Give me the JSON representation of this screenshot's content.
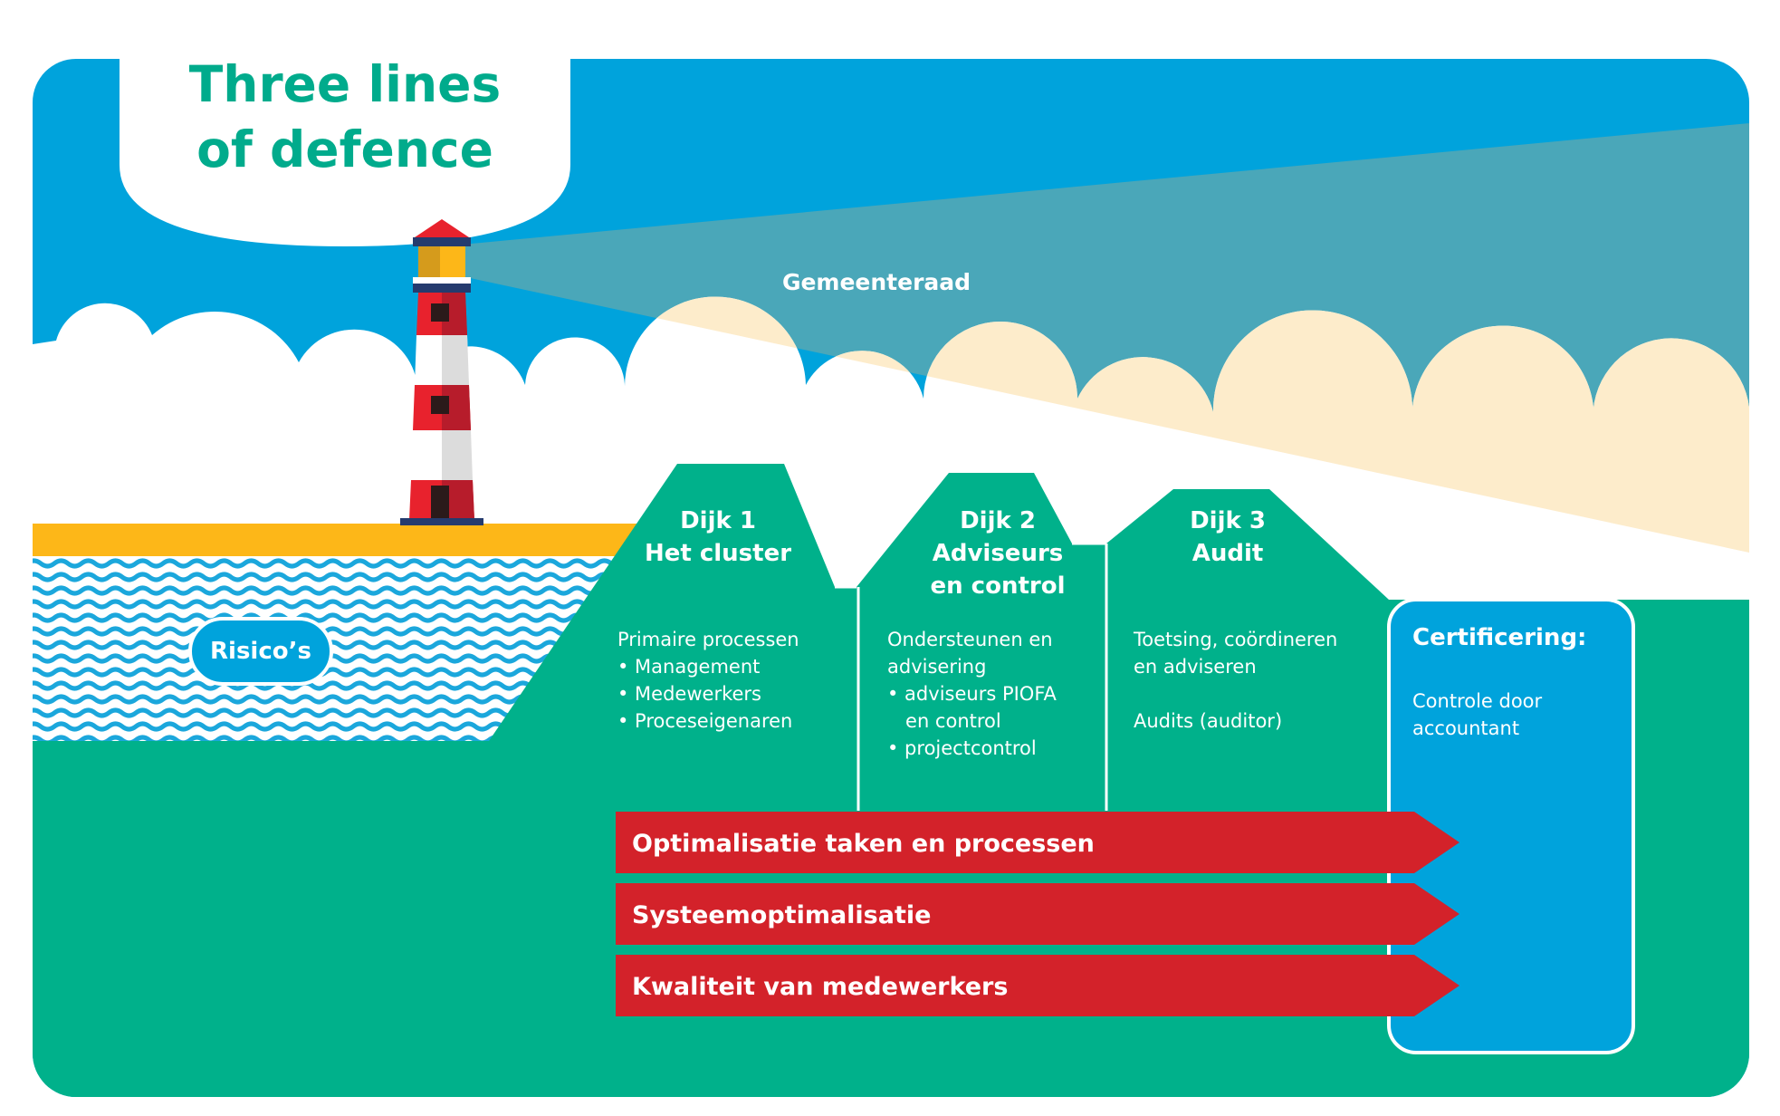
{
  "title": {
    "line1": "Three lines",
    "line2": "of defence"
  },
  "council_label": "Gemeenteraad",
  "risks_label": "Risico’s",
  "dikes": [
    {
      "head": [
        "Dijk 1",
        "Het cluster"
      ],
      "body": [
        "Primaire processen",
        "• Management",
        "• Medewerkers",
        "• Proceseigenaren"
      ]
    },
    {
      "head": [
        "Dijk 2",
        "Adviseurs",
        "en control"
      ],
      "body": [
        "Ondersteunen en",
        "advisering",
        "• adviseurs PIOFA",
        "   en control",
        "• projectcontrol"
      ]
    },
    {
      "head": [
        "Dijk 3",
        "Audit"
      ],
      "body": [
        "Toetsing, coördineren",
        "en adviseren",
        "",
        "Audits (auditor)"
      ]
    }
  ],
  "certification": {
    "title": "Certificering:",
    "body": [
      "Controle door",
      "accountant"
    ]
  },
  "arrows": [
    "Optimalisatie taken en processen",
    "Systeemoptimalisatie",
    "Kwaliteit van medewerkers"
  ],
  "colors": {
    "sky": "#00a3dc",
    "beam": "#4aa7b9",
    "green": "#00b18b",
    "sand": "#fdb718",
    "arrow_red": "#d3222a",
    "cloud_cream": "#fdeccb",
    "cert_blue": "#00a3dc",
    "lighthouse_red": "#e8222d",
    "lighthouse_dark": "#253b6e",
    "title_green": "#00ab8c"
  },
  "icons": [
    "lighthouse-icon",
    "waves-icon"
  ]
}
